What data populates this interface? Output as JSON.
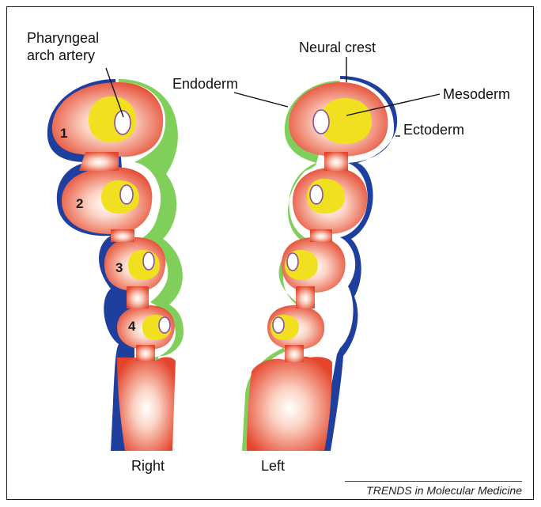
{
  "labels": {
    "pharyngeal_arch_artery_line1": "Pharyngeal",
    "pharyngeal_arch_artery_line2": "arch artery",
    "neural_crest": "Neural crest",
    "endoderm": "Endoderm",
    "mesoderm": "Mesoderm",
    "ectoderm": "Ectoderm",
    "right": "Right",
    "left": "Left"
  },
  "arch_numbers": [
    "1",
    "2",
    "3",
    "4"
  ],
  "footer": "TRENDS in Molecular Medicine",
  "colors": {
    "ectoderm": "#1f3f9e",
    "endoderm": "#7fcf5a",
    "neural_crest": "#e8503a",
    "mesoderm": "#f0e020",
    "artery": "#ffffff",
    "artery_outline": "#8a4ea0"
  }
}
